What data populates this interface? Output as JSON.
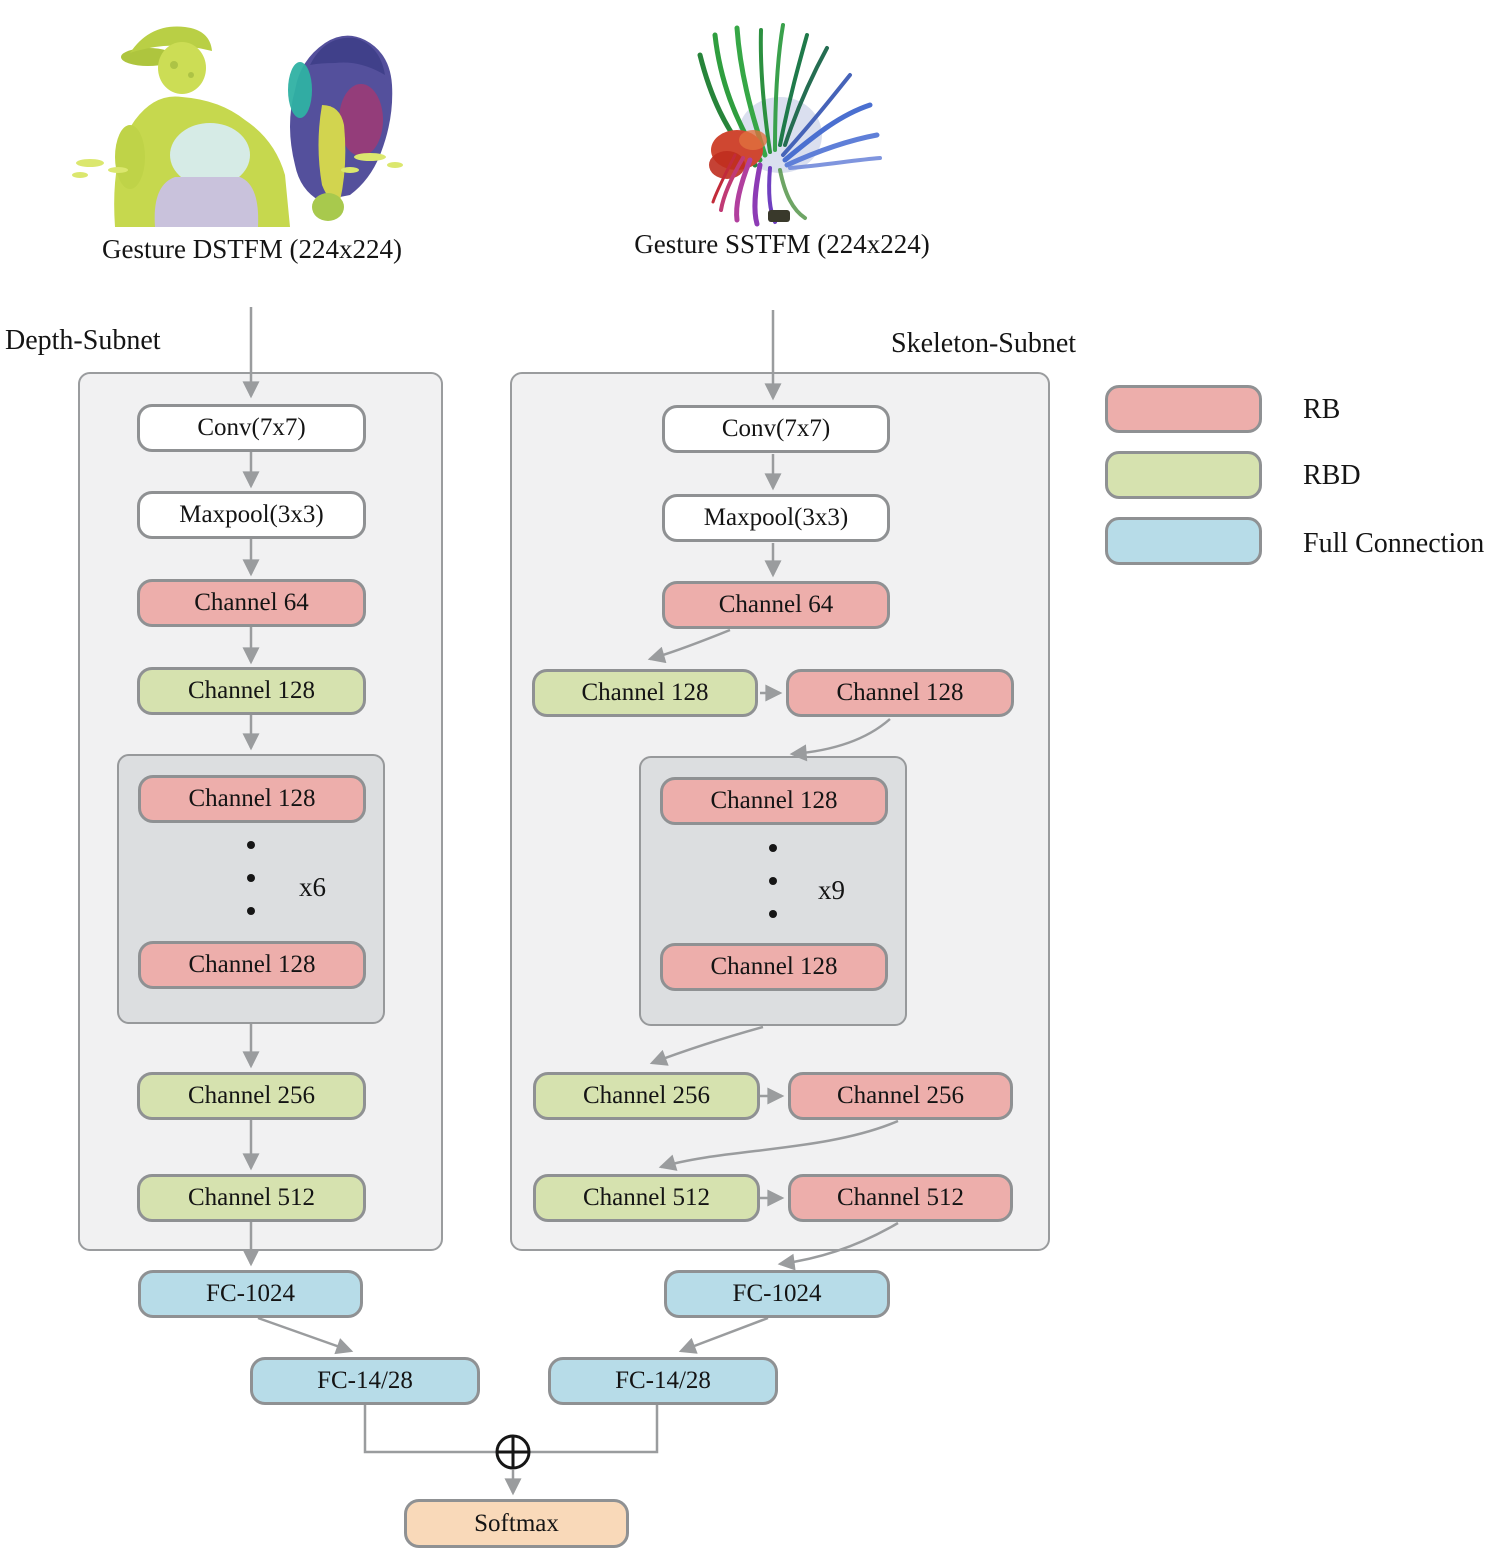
{
  "figure": {
    "inputs": {
      "depth": {
        "label": "Gesture DSTFM (224x224)",
        "image_name": "depth-spatiotemporal-feature-map"
      },
      "skeleton": {
        "label": "Gesture SSTFM (224x224)",
        "image_name": "skeleton-spatiotemporal-feature-map"
      }
    },
    "depth_subnet": {
      "title": "Depth-Subnet",
      "conv": "Conv(7x7)",
      "maxpool": "Maxpool(3x3)",
      "ch64": "Channel 64",
      "ch128": "Channel 128",
      "repeat": {
        "top": "Channel 128",
        "bottom": "Channel 128",
        "times": "x6"
      },
      "ch256": "Channel 256",
      "ch512": "Channel 512",
      "fc1024": "FC-1024",
      "fc_out": "FC-14/28"
    },
    "skeleton_subnet": {
      "title": "Skeleton-Subnet",
      "conv": "Conv(7x7)",
      "maxpool": "Maxpool(3x3)",
      "ch64": "Channel 64",
      "pair128": {
        "rbd": "Channel 128",
        "rb": "Channel 128"
      },
      "repeat": {
        "top": "Channel 128",
        "bottom": "Channel 128",
        "times": "x9"
      },
      "pair256": {
        "rbd": "Channel 256",
        "rb": "Channel 256"
      },
      "pair512": {
        "rbd": "Channel 512",
        "rb": "Channel 512"
      },
      "fc1024": "FC-1024",
      "fc_out": "FC-14/28"
    },
    "merge": {
      "icon": "circled-plus"
    },
    "output": {
      "label": "Softmax"
    },
    "legend": [
      {
        "label": "RB",
        "color": "#edaeab"
      },
      {
        "label": "RBD",
        "color": "#d6e2af"
      },
      {
        "label": "Full Connection",
        "color": "#b7dce8"
      }
    ],
    "colors": {
      "rb": "#edaeab",
      "rbd": "#d6e2af",
      "full_connection": "#b7dce8",
      "softmax": "#f9d9b9",
      "plain_node": "#ffffff",
      "container_bg": "#f1f1f2",
      "repeat_bg": "#dcdee0",
      "node_border": "#8f9193",
      "arrow": "#9a9c9e"
    }
  }
}
